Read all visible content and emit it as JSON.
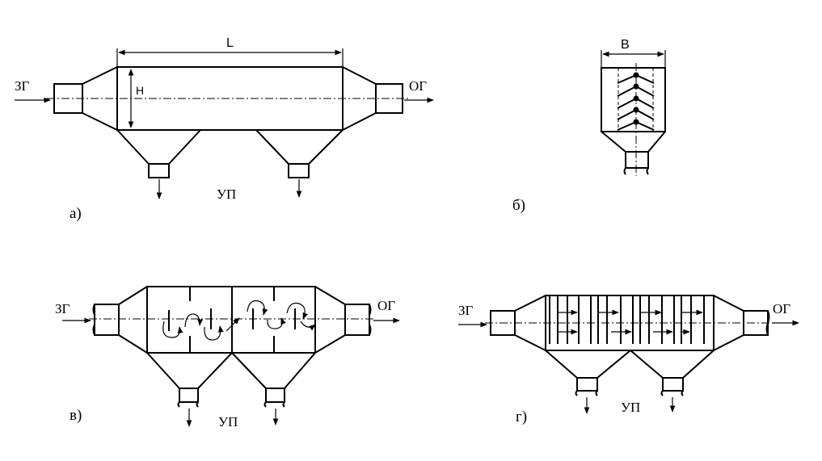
{
  "diagram_a": {
    "inlet_label": "ЗГ",
    "outlet_label": "ОГ",
    "length_label": "L",
    "height_label": "H",
    "dust_label": "УП",
    "caption": "а)"
  },
  "diagram_b": {
    "width_label": "B",
    "caption": "б)"
  },
  "diagram_v": {
    "inlet_label": "ЗГ",
    "outlet_label": "ОГ",
    "dust_label": "УП",
    "caption": "в)"
  },
  "diagram_g": {
    "inlet_label": "ЗГ",
    "outlet_label": "ОГ",
    "dust_label": "УП",
    "caption": "г)"
  }
}
